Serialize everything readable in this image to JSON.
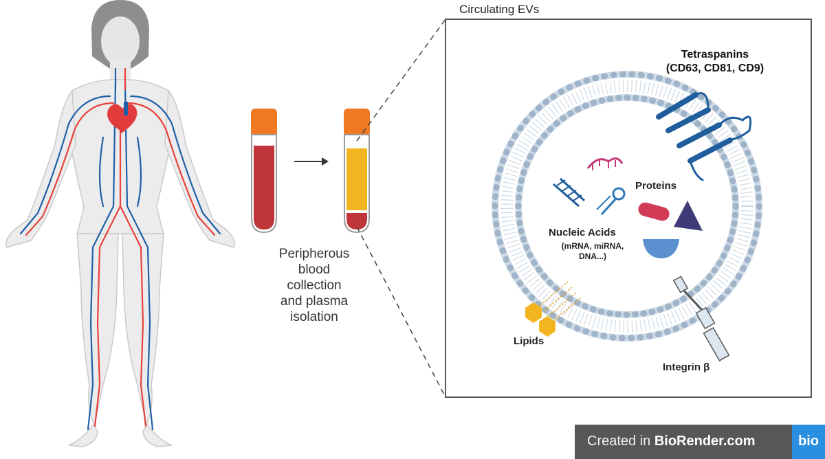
{
  "collection_caption": [
    "Peripherous",
    "blood",
    "collection",
    "and plasma",
    "isolation"
  ],
  "panel_title": "Circulating EVs",
  "labels": {
    "tetraspanins_line1": "Tetraspanins",
    "tetraspanins_line2": "(CD63, CD81, CD9)",
    "proteins": "Proteins",
    "nucleic_acids": "Nucleic Acids",
    "nucleic_acids_sub1": "(mRNA, miRNA,",
    "nucleic_acids_sub2": "DNA...)",
    "lipids": "Lipids",
    "integrin": "Integrin β"
  },
  "brand": {
    "prefix": "Created in ",
    "name": "BioRender.com",
    "logo": "bio"
  },
  "colors": {
    "membrane": "#9fb4c8",
    "vein": "#1e5fa8",
    "artery": "#e8423a",
    "tube_cap": "#f07a22",
    "blood": "#c0353a",
    "plasma": "#f2b51f",
    "protein_blue": "#1f5d9c"
  }
}
